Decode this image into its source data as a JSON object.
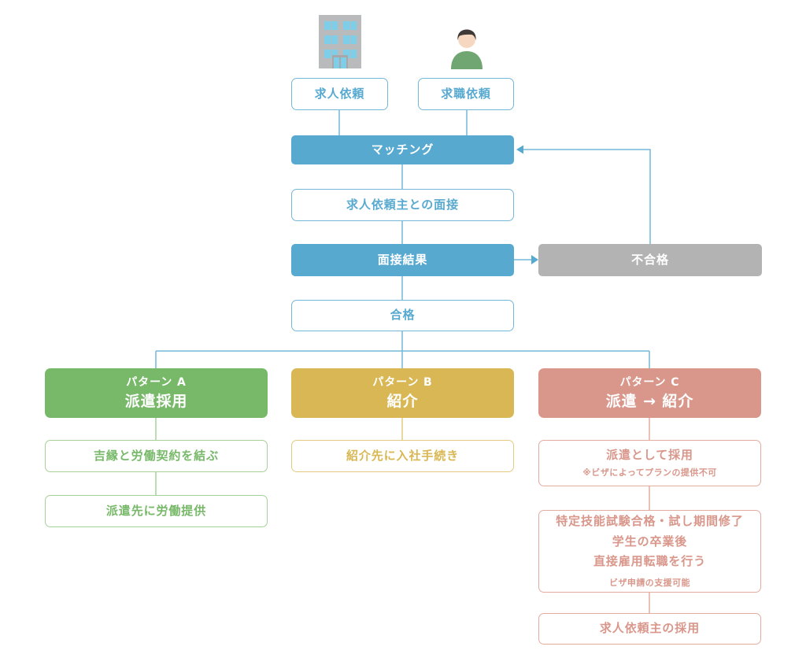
{
  "colors": {
    "blue": "#58a9d0",
    "blue-line": "#74b7d8",
    "gray": "#b3b3b3",
    "green": "#77b969",
    "green-border": "#a6d097",
    "yellow": "#d8b754",
    "yellow-border": "#e4ca80",
    "salmon": "#d9978b",
    "salmon-border": "#e4ac9f"
  },
  "icons": {
    "building": "building-icon",
    "person": "person-icon"
  },
  "flow": {
    "job_request": "求人依頼",
    "jobseek_request": "求職依頼",
    "matching": "マッチング",
    "interview": "求人依頼主との面接",
    "interview_result": "面接結果",
    "fail": "不合格",
    "pass": "合格"
  },
  "patterns": {
    "a": {
      "label": "パターン A",
      "title": "派遣採用",
      "step1": "吉縁と労働契約を結ぶ",
      "step2": "派遣先に労働提供"
    },
    "b": {
      "label": "パターン B",
      "title": "紹介",
      "step1": "紹介先に入社手続き"
    },
    "c": {
      "label": "パターン C",
      "title": "派遣 → 紹介",
      "step1": "派遣として採用",
      "step1_note": "※ビザによってプランの提供不可",
      "step2_line1": "特定技能試験合格・試し期間修了",
      "step2_line2": "学生の卒業後",
      "step2_line3": "直接雇用転職を行う",
      "step2_note": "ビザ申請の支援可能",
      "step3": "求人依頼主の採用"
    }
  }
}
